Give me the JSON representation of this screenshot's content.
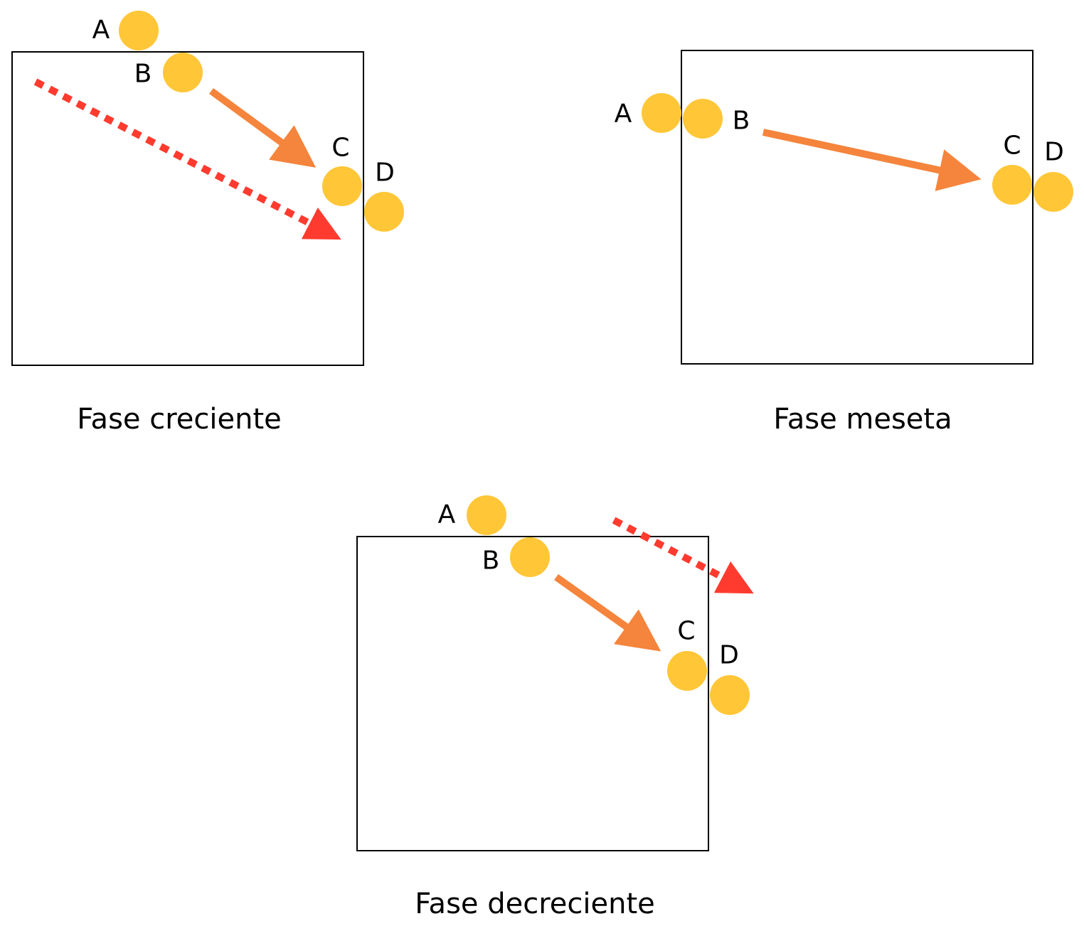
{
  "colors": {
    "ball": "#FFC637",
    "trajectory": "#F5843C",
    "projection": "#FF3B2F",
    "frame": "#000000"
  },
  "panels": [
    {
      "caption": "Fase creciente",
      "points": [
        "A",
        "B",
        "C",
        "D"
      ],
      "has_dotted_arrow": true
    },
    {
      "caption": "Fase meseta",
      "points": [
        "A",
        "B",
        "C",
        "D"
      ],
      "has_dotted_arrow": false
    },
    {
      "caption": "Fase decreciente",
      "points": [
        "A",
        "B",
        "C",
        "D"
      ],
      "has_dotted_arrow": true
    }
  ]
}
